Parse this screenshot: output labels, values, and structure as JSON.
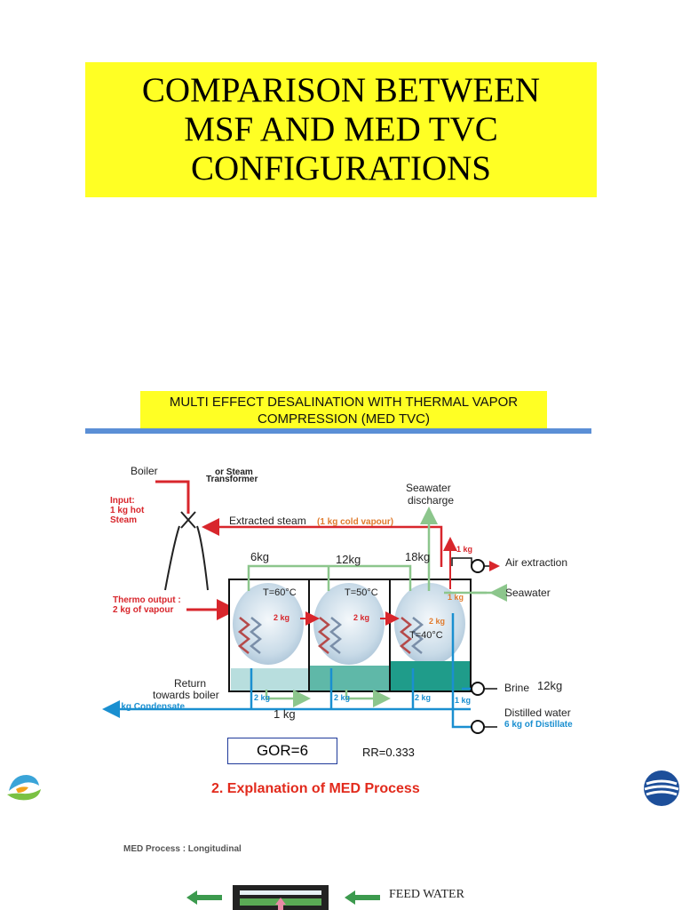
{
  "slide": {
    "title": "COMPARISON BETWEEN\nMSF AND MED TVC\nCONFIGURATIONS",
    "subtitle": "MULTI EFFECT DESALINATION WITH THERMAL VAPOR\nCOMPRESSION (MED TVC)",
    "gor": "GOR=6",
    "rr": "RR=0.333",
    "section_title": "2.  Explanation of MED Process",
    "med_process_label": "MED Process : Longitudinal",
    "feed_water_label": "FEED WATER"
  },
  "diagram": {
    "boiler": "Boiler",
    "or_steam": "or Steam",
    "transformer": "Transformer",
    "input_1": "Input:",
    "input_2": "1 kg hot",
    "input_3": "Steam",
    "extracted_steam": "Extracted steam",
    "cold_vapour": "(1 kg cold vapour)",
    "seawater_discharge_1": "Seawater",
    "seawater_discharge_2": "discharge",
    "air_extraction": "Air extraction",
    "seawater": "Seawater",
    "thermo_output_1": "Thermo output :",
    "thermo_output_2": "2 kg of vapour",
    "one_kg": "1 kg",
    "two_kg": "2 kg",
    "kg6": "6kg",
    "kg12": "12kg",
    "kg18": "18kg",
    "t60": "T=60°C",
    "t50": "T=50°C",
    "t40": "T=40°C",
    "return_1": "Return",
    "return_2": "towards boiler",
    "condensate": "1 kg Condensate",
    "bottom_1kg": "1 kg",
    "brine": "Brine",
    "brine_kg": "12kg",
    "distilled_water": "Distilled water",
    "distillate": "6 kg of Distillate"
  },
  "colors": {
    "title_bg": "#ffff24",
    "steam_red": "#d8262c",
    "water_blue": "#1a8fd0",
    "vapour_green": "#8cc68c",
    "orange_label": "#e07b2e"
  }
}
